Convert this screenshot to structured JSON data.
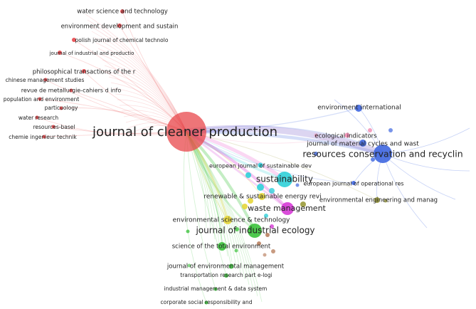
{
  "colors": {
    "red": "#e8474b",
    "blue": "#3f67e0",
    "cyan": "#2fd0d8",
    "magenta": "#d63ad6",
    "green": "#3cc23c",
    "yellow": "#e6d63a",
    "olive": "#9a9a3a",
    "brown": "#b0704c",
    "purple": "#8a6ad6",
    "pink": "#f08ab0"
  },
  "nodes": [
    {
      "id": "jcp",
      "label": "journal of cleaner production",
      "cluster": "red",
      "weight": 10
    },
    {
      "id": "wst",
      "label": "water science and technology",
      "cluster": "red",
      "weight": 1
    },
    {
      "id": "eds",
      "label": "environment development and sustain",
      "cluster": "red",
      "weight": 1
    },
    {
      "id": "pjct",
      "label": "polish journal of chemical technolo",
      "cluster": "red",
      "weight": 1
    },
    {
      "id": "jiap",
      "label": "journal of industrial and productio",
      "cluster": "red",
      "weight": 1
    },
    {
      "id": "ptr",
      "label": "philosophical transactions of the r",
      "cluster": "red",
      "weight": 1
    },
    {
      "id": "cms",
      "label": "chinese management studies",
      "cluster": "red",
      "weight": 1
    },
    {
      "id": "rmcdi",
      "label": "revue de metallurgie-cahiers d info",
      "cluster": "red",
      "weight": 1
    },
    {
      "id": "pae",
      "label": "population and environment",
      "cluster": "red",
      "weight": 1
    },
    {
      "id": "part",
      "label": "particuology",
      "cluster": "red",
      "weight": 1
    },
    {
      "id": "wr",
      "label": "water research",
      "cluster": "red",
      "weight": 1
    },
    {
      "id": "rb",
      "label": "resources-basel",
      "cluster": "red",
      "weight": 1
    },
    {
      "id": "cit",
      "label": "chemie ingenieur technik",
      "cluster": "red",
      "weight": 1
    },
    {
      "id": "ei",
      "label": "environment international",
      "cluster": "blue",
      "weight": 1.5
    },
    {
      "id": "eco",
      "label": "ecological indicators",
      "cluster": "pink",
      "weight": 1
    },
    {
      "id": "jmcwm",
      "label": "journal of material cycles and wast",
      "cluster": "blue",
      "weight": 1.5
    },
    {
      "id": "rcr",
      "label": "resources conservation and recyclin",
      "cluster": "blue",
      "weight": 5
    },
    {
      "id": "ejsd",
      "label": "european journal of sustainable dev",
      "cluster": "cyan",
      "weight": 1
    },
    {
      "id": "sus",
      "label": "sustainability",
      "cluster": "cyan",
      "weight": 4
    },
    {
      "id": "ejor",
      "label": "european journal of operational res",
      "cluster": "blue",
      "weight": 1
    },
    {
      "id": "rser",
      "label": "renewable & sustainable energy revi",
      "cluster": "yellow",
      "weight": 1.5
    },
    {
      "id": "eem",
      "label": "environmental engineering and manag",
      "cluster": "olive",
      "weight": 1
    },
    {
      "id": "wm",
      "label": "waste management",
      "cluster": "magenta",
      "weight": 3
    },
    {
      "id": "est",
      "label": "environmental science & technology",
      "cluster": "yellow",
      "weight": 2
    },
    {
      "id": "jie",
      "label": "journal of industrial ecology",
      "cluster": "green",
      "weight": 3
    },
    {
      "id": "stoe",
      "label": "science of the total environment",
      "cluster": "green",
      "weight": 2
    },
    {
      "id": "jem",
      "label": "journal of environmental management",
      "cluster": "green",
      "weight": 1
    },
    {
      "id": "trpe",
      "label": "transportation research part e-logi",
      "cluster": "green",
      "weight": 1
    },
    {
      "id": "imds",
      "label": "industrial management & data system",
      "cluster": "green",
      "weight": 1
    },
    {
      "id": "csr",
      "label": "corporate social responsibility and",
      "cluster": "green",
      "weight": 1
    }
  ]
}
